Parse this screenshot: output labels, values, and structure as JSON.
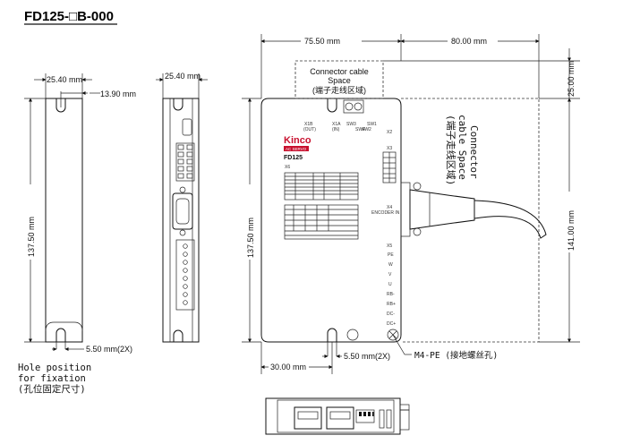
{
  "title": "FD125-□B-000",
  "dims": {
    "width_side_top": "25.40 mm",
    "width_mid_top": "25.40 mm",
    "hole_offset_top": "13.90 mm",
    "height_left": "137.50 mm",
    "height_front": "137.50 mm",
    "hole_dia_left": "5.50 mm(2X)",
    "hole_dia_front": "5.50 mm(2X)",
    "front_width": "75.50 mm",
    "cable_space_width": "80.00 mm",
    "top_space_height": "25.00 mm",
    "right_height": "141.00 mm",
    "hole_offset_front": "30.00 mm"
  },
  "notes": {
    "hole_position": [
      "Hole position",
      "for fixation",
      "(孔位固定尺寸)"
    ],
    "connector_space_top": [
      "Connector cable",
      "Space",
      "(端子走线区域)"
    ],
    "connector_space_side": [
      "Connector",
      "cable Space",
      "(端子走线区域)"
    ],
    "ground": "M4-PE (接地螺丝孔)"
  },
  "device": {
    "brand": "Kinco",
    "badge": "AC SERVO",
    "model": "FD125",
    "x1b": "X1B",
    "x1b_sub": "(OUT)",
    "x1a": "X1A",
    "x1a_sub": "(IN)",
    "x2": "X2",
    "x3": "X3",
    "x4": "X4",
    "x5": "X5",
    "x6": "X6",
    "encoder": "ENCODER IN",
    "sw": [
      "SW3",
      "SW4",
      "SW1",
      "SW2"
    ],
    "x5_pins": [
      "PE",
      "W",
      "V",
      "U",
      "RB-",
      "RB+",
      "DC-",
      "DC+"
    ]
  },
  "colors": {
    "brand_red": "#c8102e",
    "badge_bg": "#c8102e"
  }
}
